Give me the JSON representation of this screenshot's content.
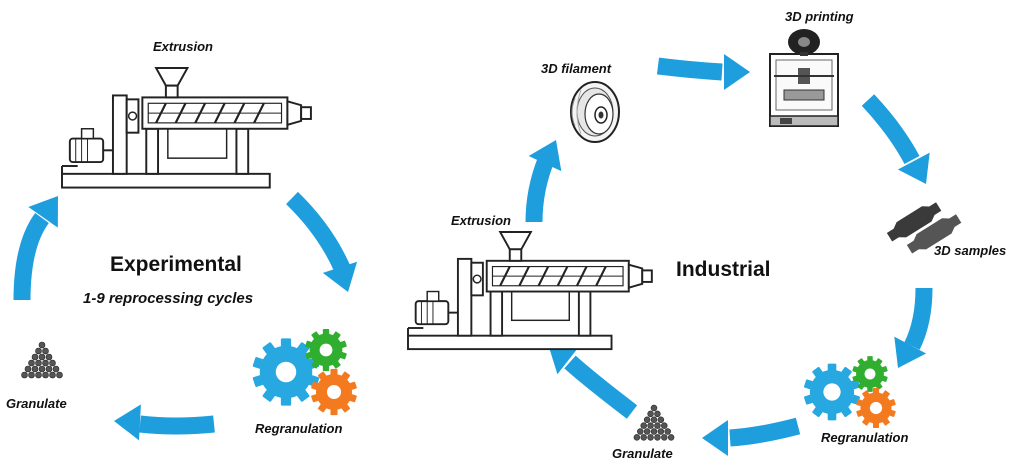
{
  "colors": {
    "arrow": "#1f9ede",
    "gear_blue": "#27a8e0",
    "gear_green": "#2fae2f",
    "gear_orange": "#f47a20",
    "line": "#2a2a2a"
  },
  "experimental": {
    "title": "Experimental",
    "subtitle": "1-9 reprocessing cycles",
    "extrusion_label": "Extrusion",
    "regranulation_label": "Regranulation",
    "granulate_label": "Granulate"
  },
  "industrial": {
    "title": "Industrial",
    "extrusion_label": "Extrusion",
    "filament_label": "3D filament",
    "printing_label": "3D printing",
    "samples_label": "3D samples",
    "regranulation_label": "Regranulation",
    "granulate_label": "Granulate"
  },
  "icons": [
    "extruder-icon",
    "filament-spool-icon",
    "3d-printer-icon",
    "dogbone-sample-icon",
    "gears-icon",
    "granulate-pile-icon"
  ]
}
